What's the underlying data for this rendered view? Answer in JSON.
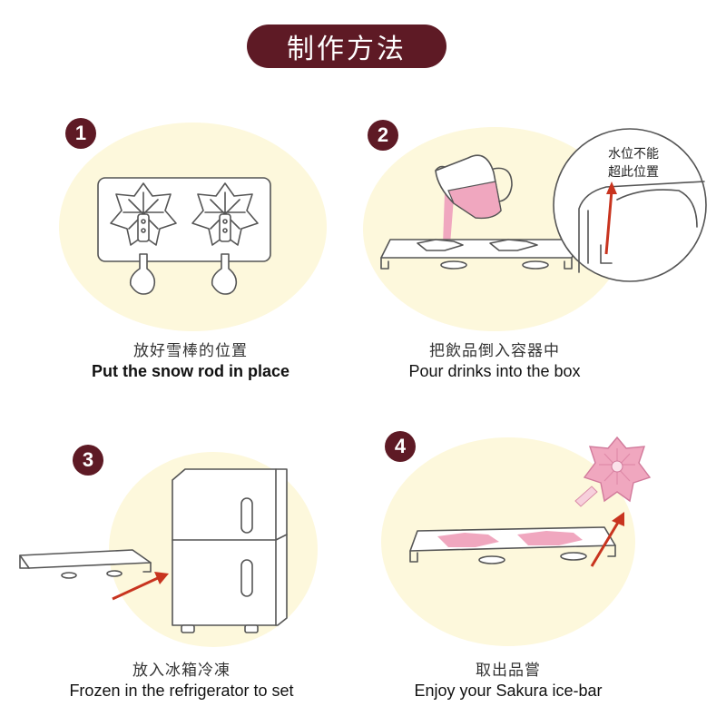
{
  "title": "制作方法",
  "steps": [
    {
      "number": "1",
      "zh": "放好雪棒的位置",
      "en": "Put the snow rod in place"
    },
    {
      "number": "2",
      "zh": "把飲品倒入容器中",
      "en": "Pour drinks into the box",
      "callout_line1": "水位不能",
      "callout_line2": "超此位置"
    },
    {
      "number": "3",
      "zh": "放入冰箱冷凍",
      "en": "Frozen in the refrigerator to set"
    },
    {
      "number": "4",
      "zh": "取出品嘗",
      "en": "Enjoy your Sakura ice-bar"
    }
  ],
  "colors": {
    "accent": "#5e1a25",
    "blob": "#fdf8dc",
    "pink": "#f0a7bf",
    "arrow": "#c8341f"
  },
  "icons": [
    "popsicle-mold-icon",
    "pitcher-icon",
    "refrigerator-icon",
    "sakura-icebar-icon",
    "arrow-icon"
  ]
}
